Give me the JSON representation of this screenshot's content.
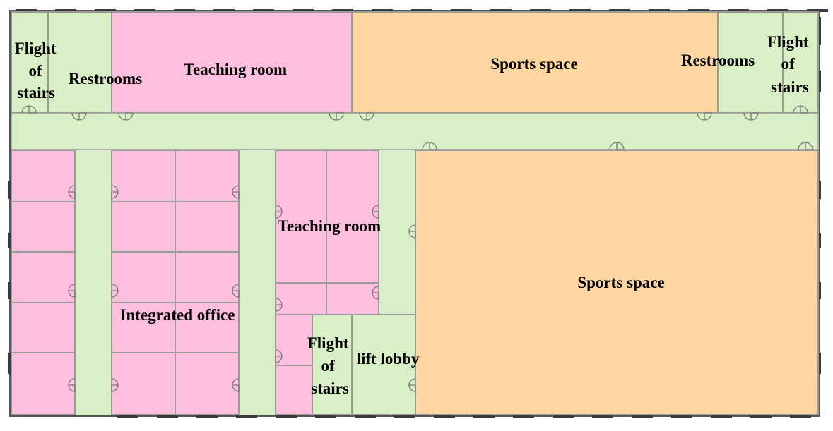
{
  "colors": {
    "teaching": "#fdbfdd",
    "sports": "#fdd6a1",
    "service": "#d9efc5",
    "wall": "#9b9b9b",
    "outline": "#555555",
    "window": "#3b3b3b",
    "door": "#7a7a7a"
  },
  "labels": {
    "stairs_top_left": [
      "Flight",
      "of",
      "stairs"
    ],
    "restrooms_left": "Restrooms",
    "teaching_top": "Teaching room",
    "sports_top": "Sports space",
    "restrooms_right": "Restrooms",
    "stairs_top_right": [
      "Flight",
      "of",
      "stairs"
    ],
    "teaching_mid": "Teaching room",
    "sports_main": "Sports space",
    "integrated_office": "Integrated office",
    "stairs_bottom": [
      "Flight",
      "of",
      "stairs"
    ],
    "lift_lobby": "lift lobby"
  }
}
